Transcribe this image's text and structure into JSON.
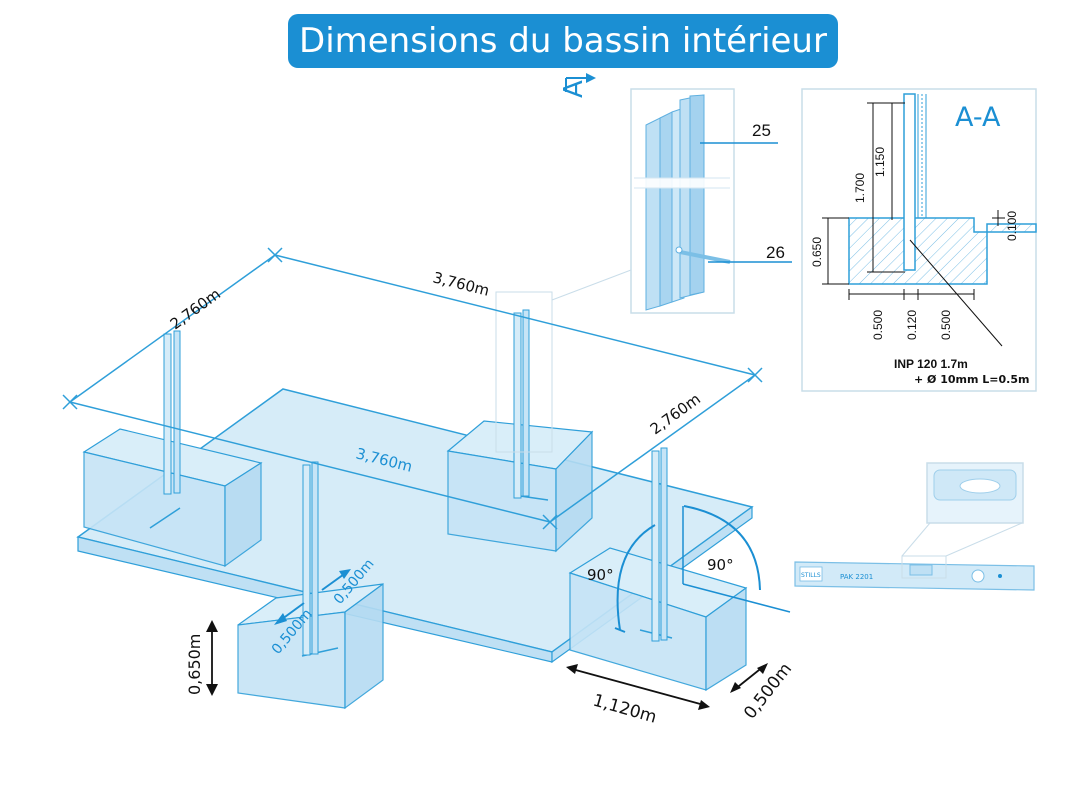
{
  "title": "Dimensions du bassin intérieur",
  "section_marker": "A",
  "section_title": "A-A",
  "detail_labels": {
    "profile": "25",
    "bar": "26"
  },
  "section_dims": {
    "h_1700": "1.700",
    "h_1150": "1.150",
    "h_0650": "0.650",
    "h_0100": "0.100",
    "w_left": "0.500",
    "w_mid": "0.120",
    "w_right": "0.500"
  },
  "section_note": {
    "line1": "INP 120 1.7m",
    "line2": "+ Ø 10mm L=0.5m"
  },
  "plan_dims": {
    "back_width": "3,760m",
    "front_width": "3,760m",
    "left_depth": "2,760m",
    "right_depth": "2,760m"
  },
  "footing_dims": {
    "height": "0,650m",
    "side_a": "0,500m",
    "side_b": "0,500m",
    "length": "1,120m",
    "width": "0,500m"
  },
  "angles": {
    "left": "90°",
    "right": "90°"
  },
  "level_tool": {
    "brand": "STILLS",
    "model": "PAK 2201"
  },
  "colors": {
    "accent": "#1b8fd3",
    "line": "#2f9fd9",
    "fill": "#d6ecf8"
  }
}
